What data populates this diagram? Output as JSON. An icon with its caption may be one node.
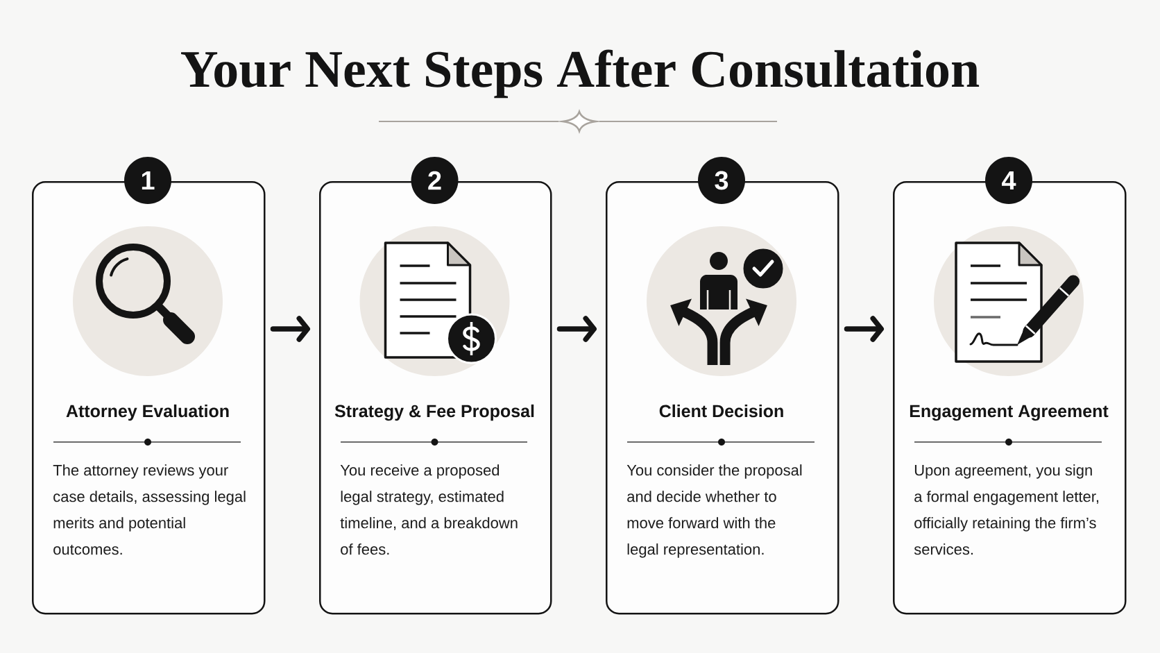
{
  "diagram": {
    "title": "Your Next Steps After Consultation",
    "nodes": [
      {
        "text": [
          "1"
        ]
      },
      {
        "text": [
          "Attorney Evaluation",
          "The attorney reviews your case details, assessing legal merits and potential outcomes."
        ]
      },
      {
        "text": [
          "2"
        ]
      },
      {
        "text": [
          "Strategy & Fee Proposal",
          "You receive a proposed legal strategy, estimated timeline, and a breakdown of fees."
        ]
      },
      {
        "text": [
          "3"
        ]
      },
      {
        "text": [
          "Client Decision",
          "You consider the proposal and decide whether to move forward with the legal representation."
        ]
      },
      {
        "text": [
          "4"
        ]
      },
      {
        "text": [
          "Engagement Agreement",
          "Upon agreement, you sign a formal engagement letter, officially retaining the firm’s services."
        ]
      }
    ],
    "edges": [
      {
        "from": 1,
        "to": 3,
        "arrow": "to"
      },
      {
        "from": 3,
        "to": 5,
        "arrow": "to"
      },
      {
        "from": 5,
        "to": 7,
        "arrow": "to"
      }
    ]
  }
}
